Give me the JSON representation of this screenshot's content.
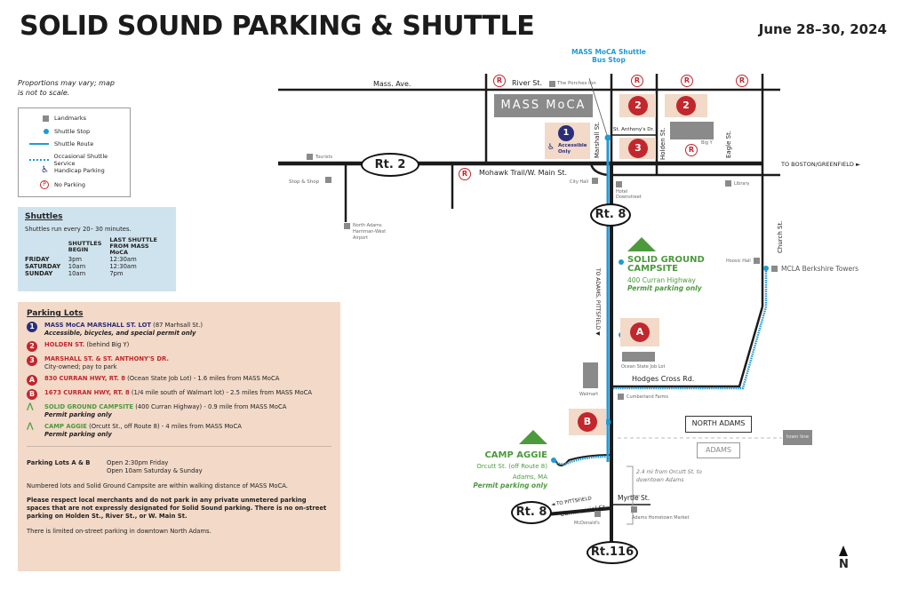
{
  "title": "SOLID SOUND PARKING & SHUTTLE",
  "date": "June 28–30, 2024",
  "note": "Proportions may vary; map is not to scale.",
  "legend": {
    "items": [
      {
        "icon": "landmark-square",
        "label": "Landmarks"
      },
      {
        "icon": "shuttle-stop-dot",
        "label": "Shuttle Stop"
      },
      {
        "icon": "shuttle-route-line",
        "label": "Shuttle Route"
      },
      {
        "icon": "occasional-dashed-line",
        "label": "Occasional Shuttle Service"
      },
      {
        "icon": "wheelchair",
        "label": "Handicap Parking"
      },
      {
        "icon": "no-parking",
        "label": "No Parking"
      }
    ]
  },
  "shuttles": {
    "heading": "Shuttles",
    "frequency": "Shuttles run every 20– 30 minutes.",
    "col1": "SHUTTLES BEGIN",
    "col2": "LAST SHUTTLE FROM MASS MoCA",
    "rows": [
      {
        "day": "FRIDAY",
        "begin": "3pm",
        "last": "12:30am"
      },
      {
        "day": "SATURDAY",
        "begin": "10am",
        "last": "12:30am"
      },
      {
        "day": "SUNDAY",
        "begin": "10am",
        "last": "7pm"
      }
    ]
  },
  "parking_lots": {
    "heading": "Parking Lots",
    "lots": [
      {
        "badge": "1",
        "name": "MASS MoCA MARSHALL ST. LOT",
        "detail": " (87 Marhsall St.)",
        "sub": "Accessible, bicycles, and special permit only"
      },
      {
        "badge": "2",
        "name": "HOLDEN ST.",
        "detail": " (behind Big Y)",
        "sub": ""
      },
      {
        "badge": "3",
        "name": "MARSHALL ST. & ST. ANTHONY'S DR.",
        "detail": "",
        "sub": "City-owned; pay to park"
      },
      {
        "badge": "A",
        "name": "830 CURRAN HWY, RT. 8",
        "detail": " (Ocean State Job Lot) - 1.6 miles from MASS MoCA",
        "sub": ""
      },
      {
        "badge": "B",
        "name": "1673 CURRAN HWY, RT. 8",
        "detail": " (1/4 mile south of Walmart lot) - 2.5 miles from MASS MoCA",
        "sub": ""
      },
      {
        "badge": "tent",
        "name": "SOLID GROUND CAMPSITE",
        "detail": " (400 Curran Highway) - 0.9 mile from MASS MoCA",
        "sub": "Permit parking only"
      },
      {
        "badge": "tent",
        "name": "CAMP AGGIE",
        "detail": " (Orcutt St., off Route 8) - 4 miles from MASS MoCA",
        "sub": "Permit parking only"
      }
    ],
    "ab_label": "Parking Lots A & B",
    "ab_hours1": "Open 2:30pm Friday",
    "ab_hours2": "Open 10am Saturday & Sunday",
    "walking": "Numbered lots and Solid Ground Campsite are within walking distance of MASS MoCA.",
    "warning": "Please respect local merchants and do not park in any private unmetered parking spaces that are not expressly designated for Solid Sound parking. There is no on-street parking on Holden St., River St., or W. Main St.",
    "limited": "There is limited on-street parking in downtown North Adams."
  },
  "map": {
    "shuttle_stop_label": "MASS MoCA Shuttle Bus Stop",
    "streets": {
      "mass_ave": "Mass. Ave.",
      "river": "River St.",
      "mohawk": "Mohawk Trail/W. Main St.",
      "marshall": "Marshall St.",
      "st_anthony": "St. Anthony's Dr.",
      "holden": "Holden St.",
      "eagle": "Eagle St.",
      "church": "Church St.",
      "hodges": "Hodges Cross Rd.",
      "commercial": "Commercial St.",
      "myrtle": "Myrtle St."
    },
    "routes": {
      "rt2": "Rt. 2",
      "rt8a": "Rt. 8",
      "rt8b": "Rt. 8",
      "rt116": "Rt.116"
    },
    "directions": {
      "boston": "TO BOSTON/GREENFIELD ►",
      "adams_pittsfield": "TO ADAMS, PITTSFIELD ▼",
      "pittsfield": "◄ TO PITTSFIELD"
    },
    "landmarks": {
      "porches": "The Porches Inn",
      "tourists": "Tourists",
      "stop_shop": "Stop & Shop",
      "airport": "North Adams Harriman-West Airport",
      "city_hall": "City Hall",
      "hotel": "Hotel Downstreet",
      "big_y": "Big Y",
      "library": "Library",
      "hoosic": "Hoosic Hall",
      "mcla": "MCLA Berkshire Towers",
      "osjl": "Ocean State Job Lot",
      "walmart": "Walmart",
      "cumberland": "Cumberland Farms",
      "mcdonalds": "McDonald's",
      "adams_market": "Adams Hometown Market"
    },
    "mass_moca": "MASS MoCA",
    "accessible": "Accessible Only",
    "solid_ground": {
      "name": "SOLID GROUND CAMPSITE",
      "address": "400 Curran Highway",
      "note": "Permit parking only"
    },
    "camp_aggie": {
      "name": "CAMP AGGIE",
      "address": "Orcutt St. (off Route 8)",
      "town": "Adams, MA",
      "note": "Permit parking only"
    },
    "north_adams": "NORTH ADAMS",
    "adams": "ADAMS",
    "town_line": "town line",
    "distance_note": "2.4 mi from Orcutt St. to downtown Adams",
    "north": "N"
  },
  "colors": {
    "shuttle_blue": "#1e9ad6",
    "lot_red": "#c1272d",
    "lot_navy": "#2b2e7a",
    "campsite_green": "#4c9a3c",
    "lot_tan": "#f2d9c8",
    "shuttle_box": "#cfe3ee"
  }
}
